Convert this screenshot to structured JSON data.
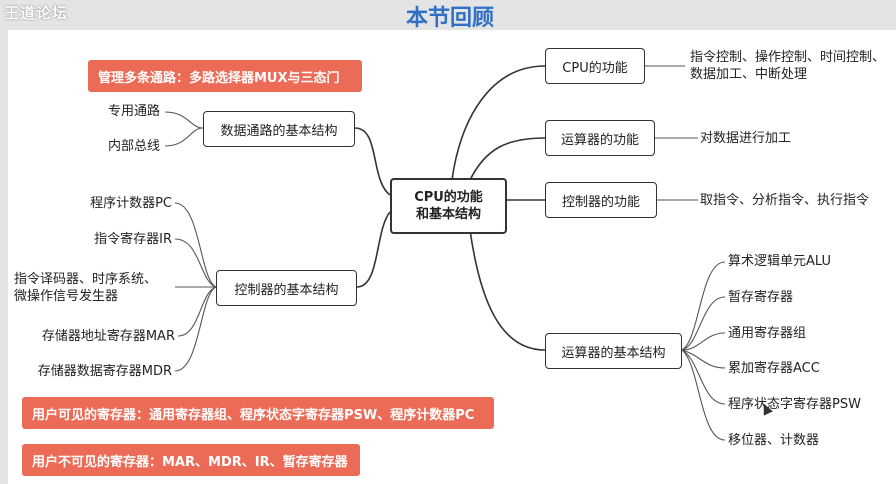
{
  "header": {
    "watermark": "王道论坛",
    "title": "本节回顾"
  },
  "mindmap": {
    "root": {
      "line1": "CPU的功能",
      "line2": "和基本结构"
    },
    "left": {
      "datapath": {
        "label": "数据通路的基本结构",
        "leaves": [
          "专用通路",
          "内部总线"
        ]
      },
      "controller_structure": {
        "label": "控制器的基本结构",
        "leaves": [
          "程序计数器PC",
          "指令寄存器IR",
          "指令译码器、时序系统、",
          "微操作信号发生器",
          "存储器地址寄存器MAR",
          "存储器数据寄存器MDR"
        ]
      }
    },
    "right": {
      "cpu_function": {
        "label": "CPU的功能",
        "detail_line1": "指令控制、操作控制、时间控制、",
        "detail_line2": "数据加工、中断处理"
      },
      "alu_function": {
        "label": "运算器的功能",
        "detail": "对数据进行加工"
      },
      "control_function": {
        "label": "控制器的功能",
        "detail": "取指令、分析指令、执行指令"
      },
      "alu_structure": {
        "label": "运算器的基本结构",
        "leaves": [
          "算术逻辑单元ALU",
          "暂存寄存器",
          "通用寄存器组",
          "累加寄存器ACC",
          "程序状态字寄存器PSW",
          "移位器、计数器"
        ]
      }
    }
  },
  "notes": {
    "mux": "管理多条通路：多路选择器MUX与三态门",
    "visible": "用户可见的寄存器：通用寄存器组、程序状态字寄存器PSW、程序计数器PC",
    "invisible": "用户不可见的寄存器：MAR、MDR、IR、暂存寄存器"
  },
  "colors": {
    "accent": "#2f6fc6",
    "note": "#ec6b57",
    "line": "#333333"
  }
}
